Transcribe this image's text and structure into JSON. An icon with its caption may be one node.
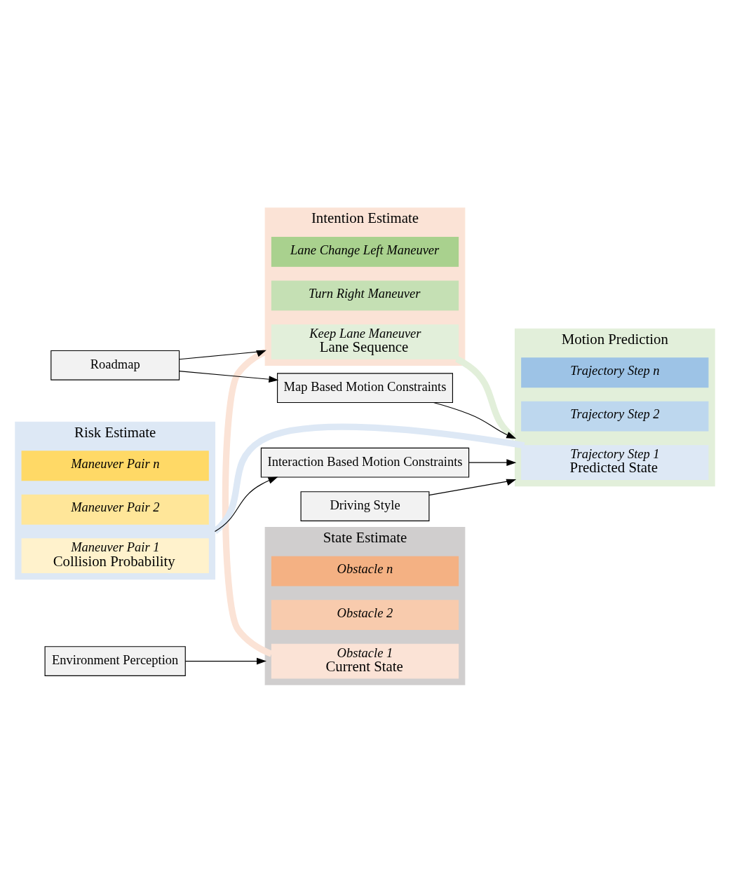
{
  "diagram": {
    "nodes": [
      {
        "text": [
          "State Estimate"
        ]
      },
      {
        "text": [
          "Obstacle n"
        ],
        "in": 0
      },
      {
        "text": [
          "Obstacle 2"
        ],
        "in": 0
      },
      {
        "text": [
          "Obstacle 1",
          "Current State"
        ],
        "in": 0
      },
      {
        "text": [
          "Environment Perception"
        ]
      },
      {
        "text": [
          "Intention Estimate"
        ]
      },
      {
        "text": [
          "Lane Change Left Maneuver"
        ],
        "in": 5
      },
      {
        "text": [
          "Turn Right Maneuver"
        ],
        "in": 5
      },
      {
        "text": [
          "Keep Lane Maneuver",
          "Lane Sequence"
        ],
        "in": 5
      },
      {
        "text": [
          "Roadmap"
        ]
      },
      {
        "text": [
          "Map Based Motion Constraints"
        ]
      },
      {
        "text": [
          "Motion Prediction"
        ]
      },
      {
        "text": [
          "Trajectory Step n"
        ],
        "in": 11
      },
      {
        "text": [
          "Trajectory Step 2"
        ],
        "in": 11
      },
      {
        "text": [
          "Trajectory Step 1",
          "Predicted State"
        ],
        "in": 11
      },
      {
        "text": [
          "Driving Style"
        ]
      },
      {
        "text": [
          "Interaction Based Motion Constraints"
        ]
      },
      {
        "text": [
          "Risk Estimate"
        ]
      },
      {
        "text": [
          "Maneuver Pair n"
        ],
        "in": 17
      },
      {
        "text": [
          "Maneuver Pair 2"
        ],
        "in": 17
      },
      {
        "text": [
          "Maneuver Pair 1",
          "Collision Probability"
        ],
        "in": 17
      }
    ],
    "edges": [
      {
        "from": 4,
        "to": 0,
        "arrow": "to"
      },
      {
        "from": 9,
        "to": 5,
        "arrow": "to"
      },
      {
        "from": 9,
        "to": 10,
        "arrow": "to"
      },
      {
        "from": 10,
        "to": 11,
        "arrow": "to"
      },
      {
        "from": 15,
        "to": 11,
        "arrow": "to"
      },
      {
        "from": 16,
        "to": 11,
        "arrow": "to"
      },
      {
        "from": 17,
        "to": 16,
        "arrow": "to"
      },
      {
        "from": 3,
        "to": 5,
        "arrow": "none",
        "style": "thick",
        "color": "#fbe3d6"
      },
      {
        "from": 8,
        "to": 11,
        "arrow": "none",
        "style": "thick",
        "color": "#e2efda"
      },
      {
        "from": 14,
        "to": 17,
        "arrow": "none",
        "style": "thick",
        "color": "#dde8f5"
      }
    ]
  }
}
